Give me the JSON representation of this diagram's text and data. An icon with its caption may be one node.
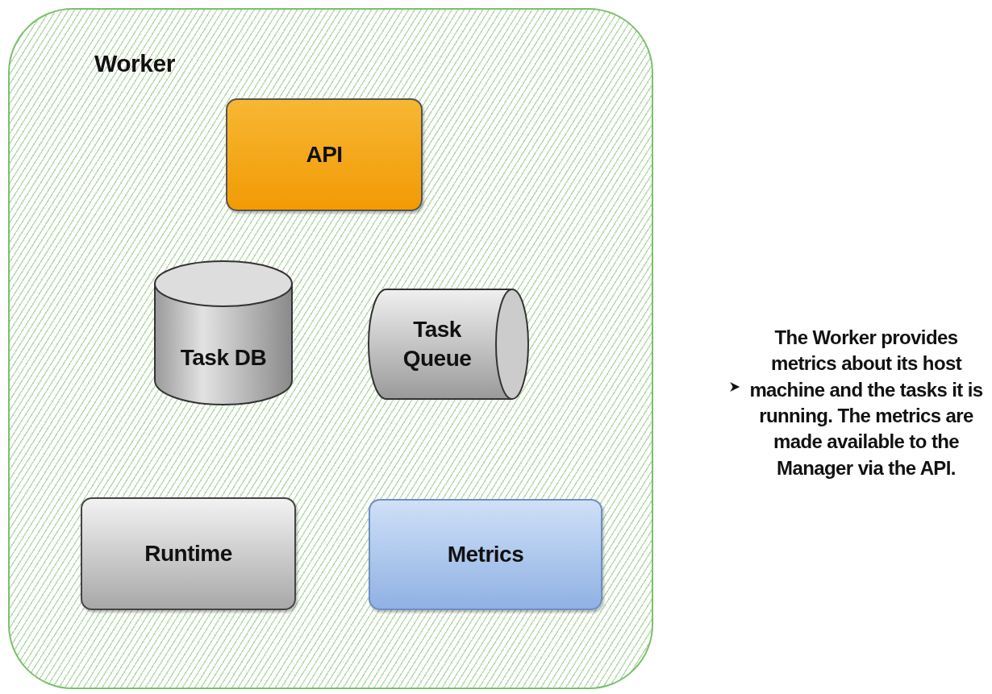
{
  "diagram": {
    "nodes": [
      {
        "text": [
          "Worker"
        ]
      },
      {
        "text": [
          "API"
        ],
        "in": 0
      },
      {
        "text": [
          "Task DB"
        ],
        "in": 0
      },
      {
        "text": [
          "Task Queue"
        ],
        "in": 0
      },
      {
        "text": [
          "Runtime"
        ],
        "in": 0
      },
      {
        "text": [
          "Metrics"
        ],
        "in": 0
      },
      {
        "text": [
          "The Worker provides metrics about its host machine and the tasks it is running. The metrics are made available to the Manager via the API."
        ]
      }
    ],
    "edges": [
      {
        "from": null,
        "to": 6,
        "arrow": "to"
      }
    ]
  }
}
